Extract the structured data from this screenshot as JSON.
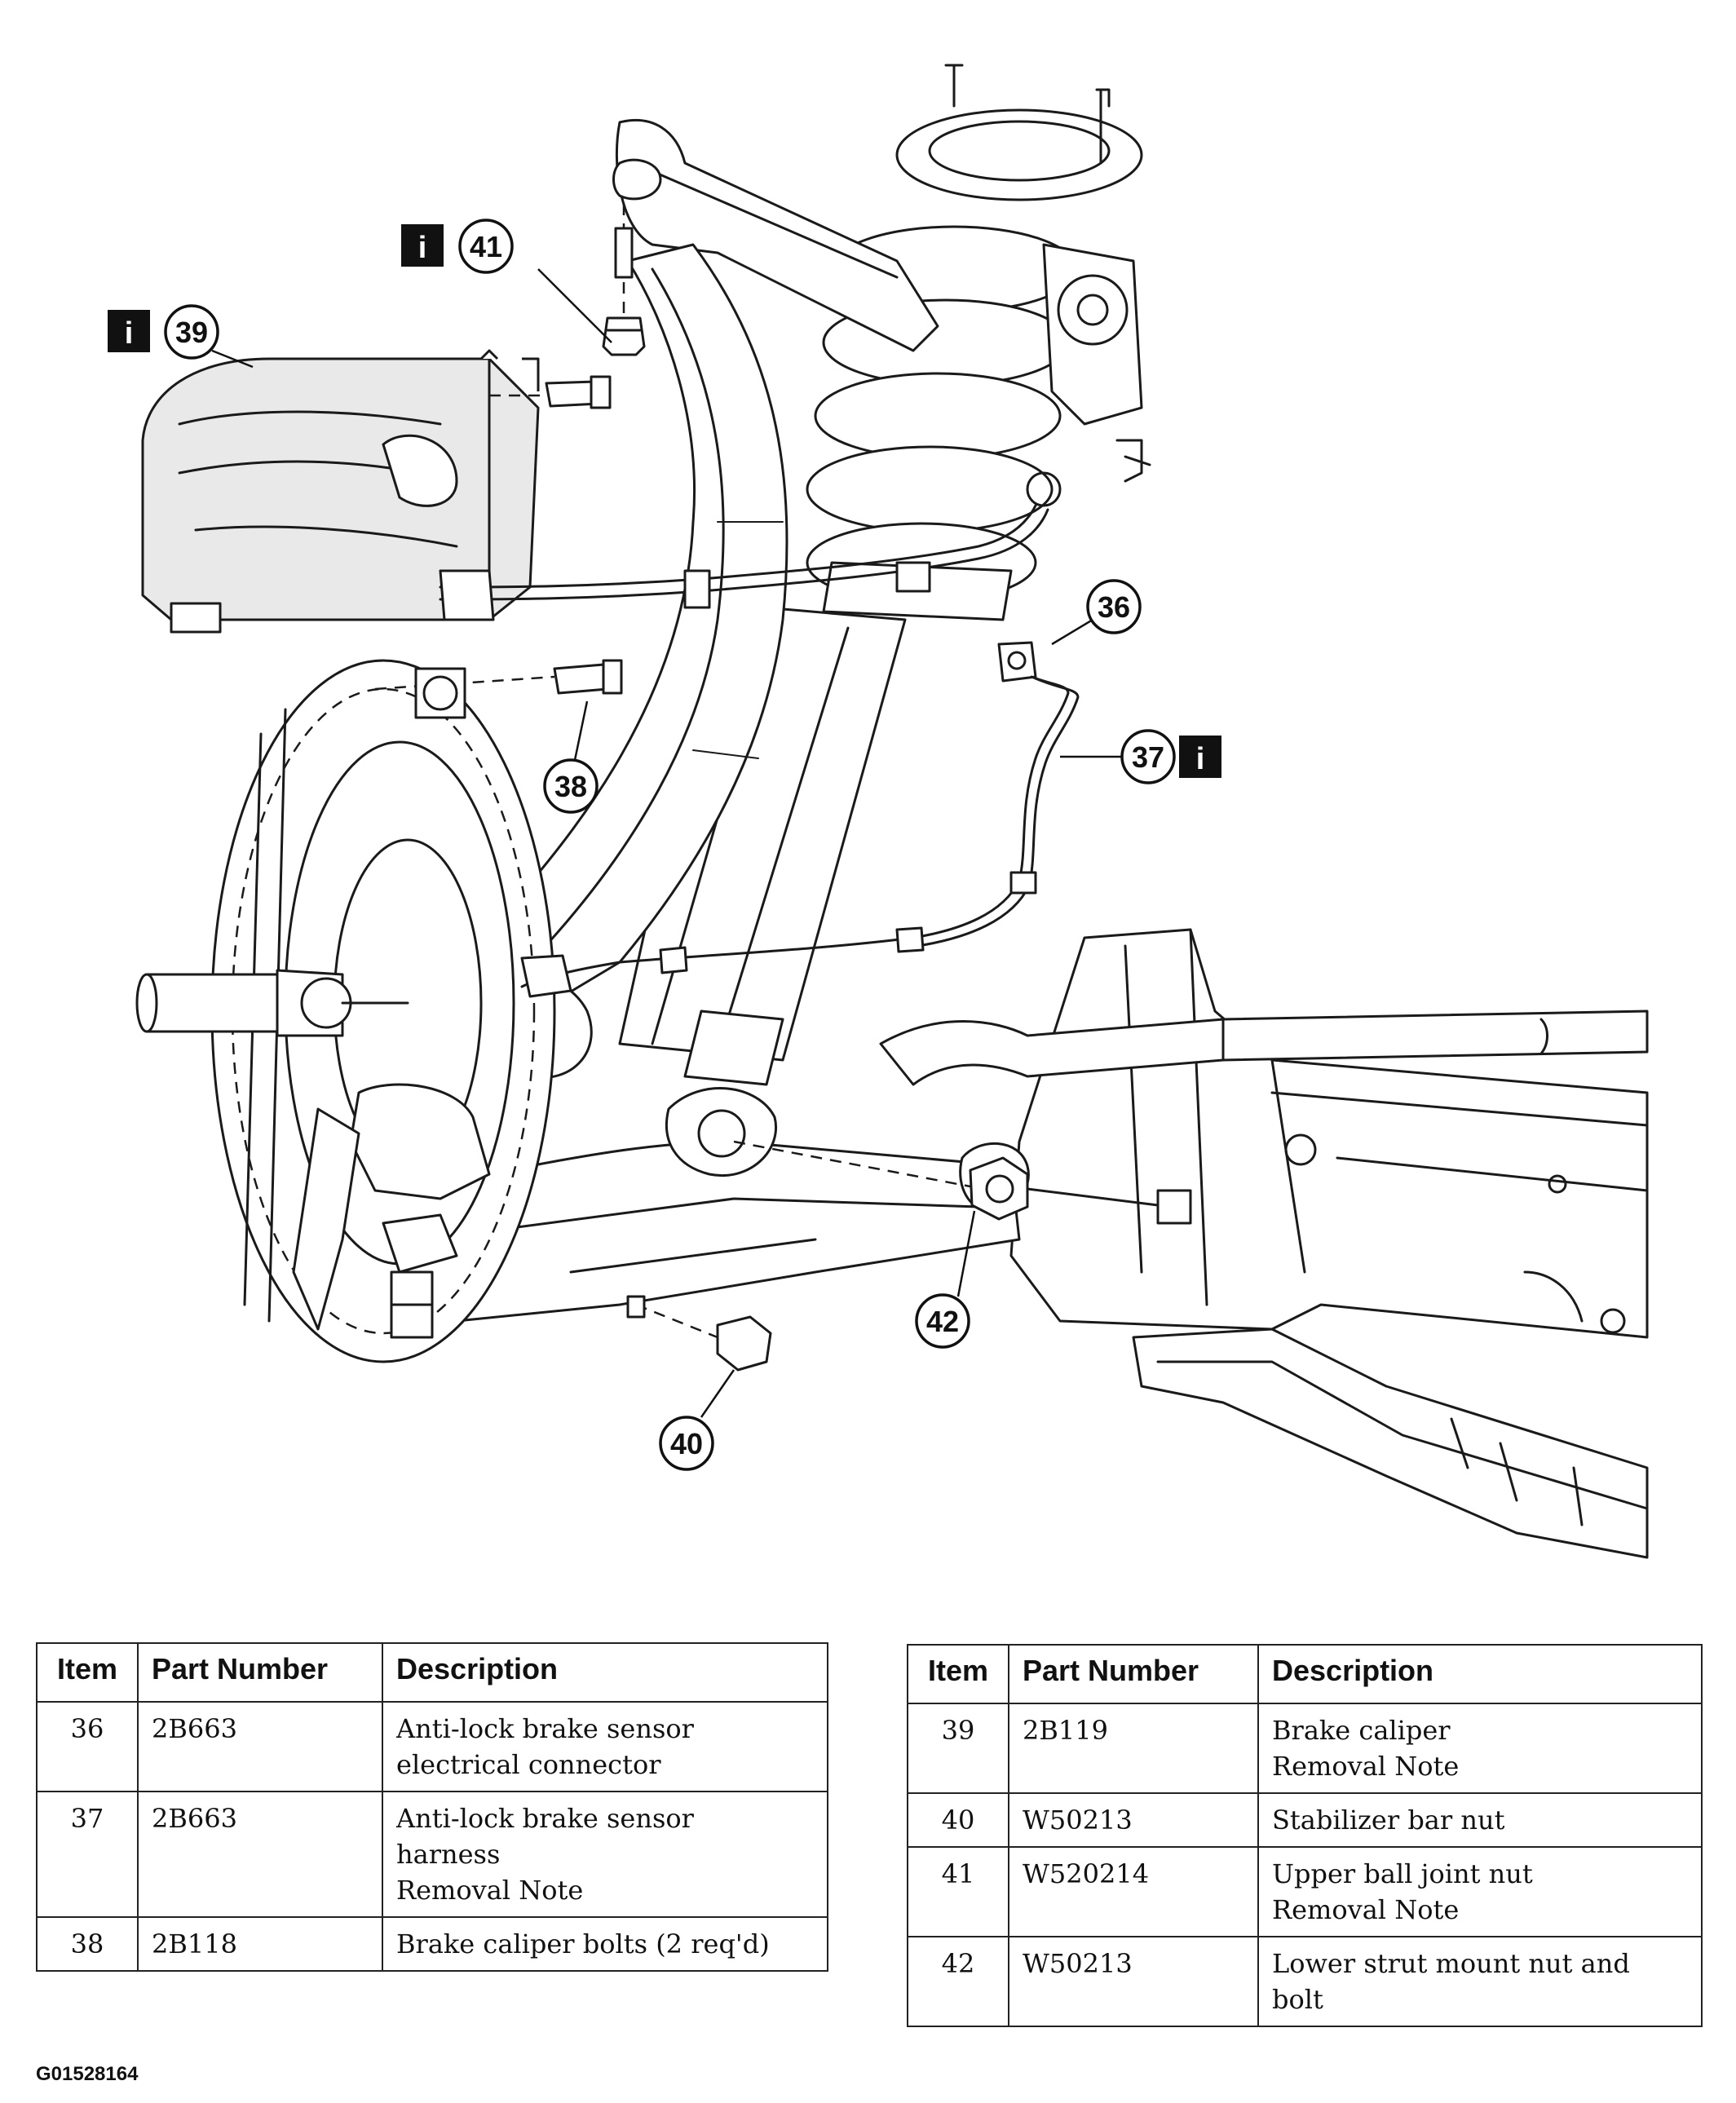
{
  "callouts": [
    {
      "number": "36",
      "info": false
    },
    {
      "number": "37",
      "info": true
    },
    {
      "number": "38",
      "info": false
    },
    {
      "number": "39",
      "info": true
    },
    {
      "number": "40",
      "info": false
    },
    {
      "number": "41",
      "info": true
    },
    {
      "number": "42",
      "info": false
    }
  ],
  "info_icon_glyph": "i",
  "tables": {
    "headers": {
      "item": "Item",
      "part_number": "Part Number",
      "description": "Description"
    },
    "left": [
      {
        "item": "36",
        "part_number": "2B663",
        "description": [
          "Anti-lock brake sensor",
          "electrical connector"
        ]
      },
      {
        "item": "37",
        "part_number": "2B663",
        "description": [
          "Anti-lock brake sensor",
          "harness",
          "Removal Note"
        ]
      },
      {
        "item": "38",
        "part_number": "2B118",
        "description": [
          "Brake caliper bolts (2 req'd)"
        ]
      }
    ],
    "right": [
      {
        "item": "39",
        "part_number": "2B119",
        "description": [
          "Brake caliper",
          "Removal Note"
        ]
      },
      {
        "item": "40",
        "part_number": "W50213",
        "description": [
          "Stabilizer bar nut"
        ]
      },
      {
        "item": "41",
        "part_number": "W520214",
        "description": [
          "Upper ball joint nut",
          "Removal Note"
        ]
      },
      {
        "item": "42",
        "part_number": "W50213",
        "description": [
          "Lower strut mount nut and",
          "bolt"
        ]
      }
    ]
  },
  "figure_id": "G01528164"
}
